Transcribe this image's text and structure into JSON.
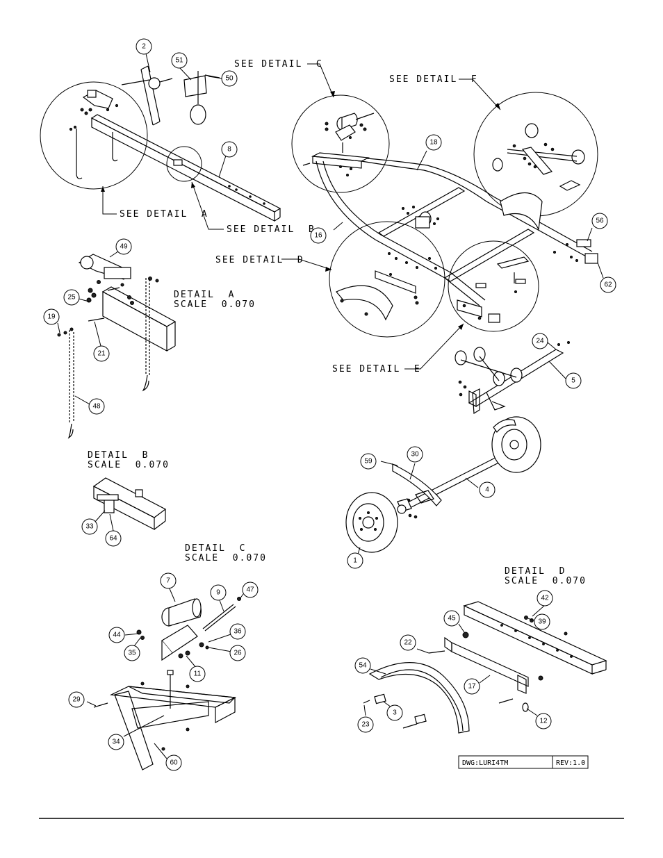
{
  "callouts": {
    "see_a": "SEE DETAIL  A",
    "see_b": "SEE DETAIL  B",
    "see_c": "SEE DETAIL  C",
    "see_d": "SEE DETAIL  D",
    "see_e": "SEE DETAIL  E",
    "see_f": "SEE DETAIL  F"
  },
  "details": {
    "a": {
      "title": "DETAIL  A",
      "scale": "SCALE  0.070"
    },
    "b": {
      "title": "DETAIL  B",
      "scale": "SCALE  0.070"
    },
    "c": {
      "title": "DETAIL  C",
      "scale": "SCALE  0.070"
    },
    "d": {
      "title": "DETAIL  D",
      "scale": "SCALE  0.070"
    }
  },
  "title_block": {
    "dwg": "DWG:LURI4TM",
    "rev": "REV:1.0"
  },
  "part_numbers": {
    "p1": "1",
    "p2": "2",
    "p3": "3",
    "p4": "4",
    "p5": "5",
    "p7": "7",
    "p8": "8",
    "p9": "9",
    "p11": "11",
    "p12": "12",
    "p16": "16",
    "p17": "17",
    "p18": "18",
    "p19": "19",
    "p21": "21",
    "p22": "22",
    "p23": "23",
    "p24": "24",
    "p25": "25",
    "p26": "26",
    "p29": "29",
    "p30": "30",
    "p33": "33",
    "p34": "34",
    "p35": "35",
    "p36": "36",
    "p39": "39",
    "p42": "42",
    "p44": "44",
    "p45": "45",
    "p47": "47",
    "p48": "48",
    "p49": "49",
    "p50": "50",
    "p51": "51",
    "p54": "54",
    "p56": "56",
    "p59": "59",
    "p60": "60",
    "p62": "62",
    "p64": "64"
  }
}
